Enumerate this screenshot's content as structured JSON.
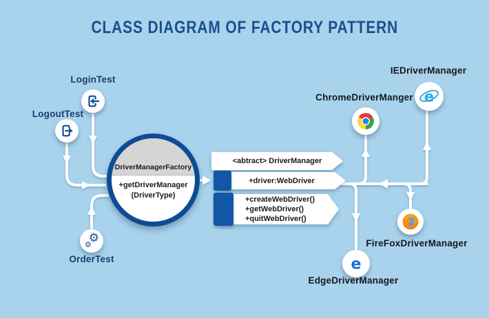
{
  "title": "CLASS DIAGRAM OF FACTORY PATTERN",
  "colors": {
    "background": "#A9D3EC",
    "navy": "#0D4C94",
    "box_blue": "#1256A6",
    "title_text": "#1A4E8F",
    "grey_header": "#D5D5D5",
    "test_label": "#1C3A6B",
    "manager_label": "#14161C",
    "chrome_red": "#E53935",
    "chrome_green": "#43A047",
    "chrome_yellow": "#FDD835",
    "chrome_blue": "#1E88E5",
    "ie_blue": "#2FA8E1",
    "edge_blue": "#1873CC",
    "firefox_orange": "#F57C00",
    "firefox_globe_blue": "#42A5F5"
  },
  "tests": {
    "login": "LoginTest",
    "logout": "LogoutTest",
    "order": "OrderTest"
  },
  "factory": {
    "name": "DriverManagerFactory",
    "method": "+getDriverManager",
    "param": "(DriverType)"
  },
  "driver_manager": {
    "abstract": "<abtract> DriverManager",
    "field": "+driver:WebDriver",
    "methods": [
      "+createWebDriver()",
      "+getWebDriver()",
      "+quitWebDriver()"
    ]
  },
  "managers": {
    "chrome": "ChromeDriverManger",
    "ie": "IEDriverManager",
    "firefox": "FireFoxDriverManager",
    "edge": "EdgeDriverManager"
  }
}
